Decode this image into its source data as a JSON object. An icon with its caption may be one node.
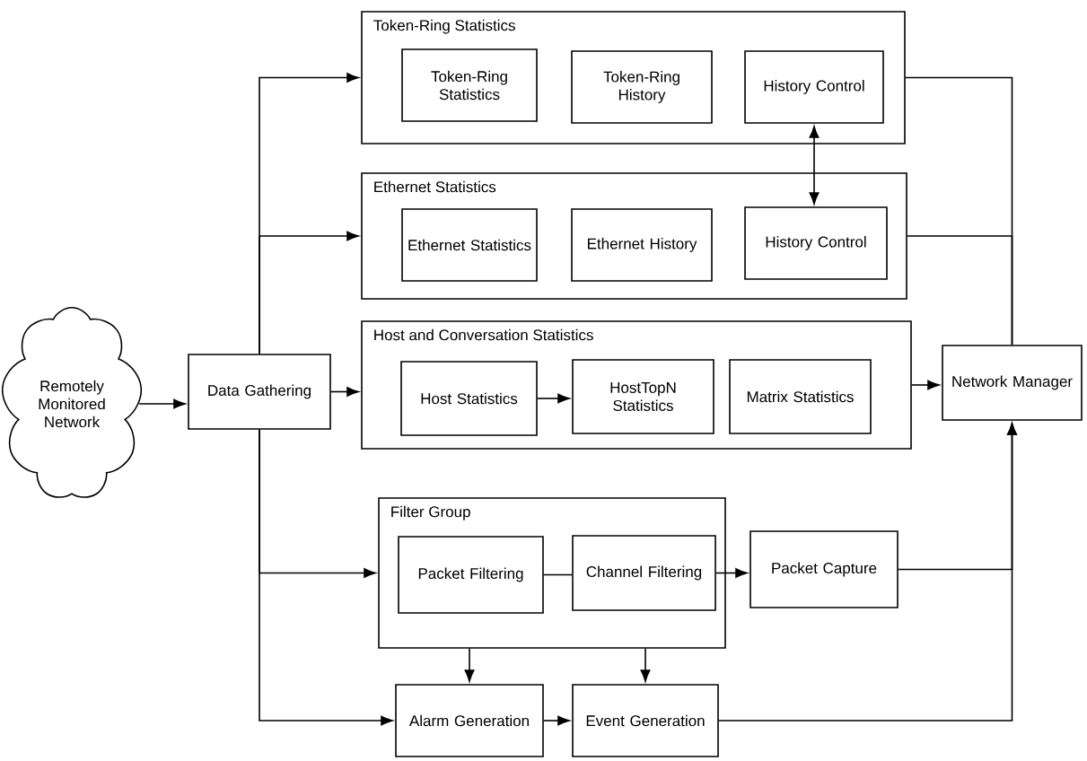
{
  "diagram": {
    "nodes": [
      {
        "text": [
          "Remotely Monitored Network"
        ]
      },
      {
        "text": [
          "Data Gathering"
        ]
      },
      {
        "text": [
          "Token-Ring Statistics"
        ]
      },
      {
        "text": [
          "Token-Ring Statistics"
        ],
        "in": 2
      },
      {
        "text": [
          "Token-Ring History"
        ],
        "in": 2
      },
      {
        "text": [
          "History Control"
        ],
        "in": 2
      },
      {
        "text": [
          "Ethernet Statistics"
        ]
      },
      {
        "text": [
          "Ethernet Statistics"
        ],
        "in": 6
      },
      {
        "text": [
          "Ethernet History"
        ],
        "in": 6
      },
      {
        "text": [
          "History Control"
        ],
        "in": 6
      },
      {
        "text": [
          "Host and Conversation Statistics"
        ]
      },
      {
        "text": [
          "Host Statistics"
        ],
        "in": 10
      },
      {
        "text": [
          "HostTopN Statistics"
        ],
        "in": 10
      },
      {
        "text": [
          "Matrix Statistics"
        ],
        "in": 10
      },
      {
        "text": [
          "Network Manager"
        ]
      },
      {
        "text": [
          "Filter Group"
        ]
      },
      {
        "text": [
          "Packet Filtering"
        ],
        "in": 15
      },
      {
        "text": [
          "Channel Filtering"
        ],
        "in": 15
      },
      {
        "text": [
          "Packet Capture"
        ]
      },
      {
        "text": [
          "Alarm Generation"
        ]
      },
      {
        "text": [
          "Event Generation"
        ]
      }
    ],
    "edges": [
      {
        "from": 0,
        "to": 1,
        "arrow": "to"
      },
      {
        "from": 1,
        "to": 2,
        "arrow": "to"
      },
      {
        "from": 1,
        "to": 6,
        "arrow": "to"
      },
      {
        "from": 1,
        "to": 10,
        "arrow": "to"
      },
      {
        "from": 1,
        "to": 15,
        "arrow": "to"
      },
      {
        "from": 1,
        "to": 19,
        "arrow": "to"
      },
      {
        "from": 5,
        "to": 9,
        "arrow": "both"
      },
      {
        "from": 2,
        "to": 14,
        "arrow": "none"
      },
      {
        "from": 6,
        "to": 14,
        "arrow": "none"
      },
      {
        "from": 10,
        "to": 14,
        "arrow": "to"
      },
      {
        "from": 11,
        "to": 12,
        "arrow": "to"
      },
      {
        "from": 16,
        "to": 17,
        "arrow": "none"
      },
      {
        "from": 17,
        "to": 18,
        "arrow": "to"
      },
      {
        "from": 15,
        "to": 19,
        "arrow": "to"
      },
      {
        "from": 15,
        "to": 20,
        "arrow": "to"
      },
      {
        "from": 19,
        "to": 20,
        "arrow": "to"
      },
      {
        "from": 18,
        "to": 14,
        "arrow": "to"
      },
      {
        "from": 20,
        "to": 14,
        "arrow": "to"
      }
    ]
  }
}
